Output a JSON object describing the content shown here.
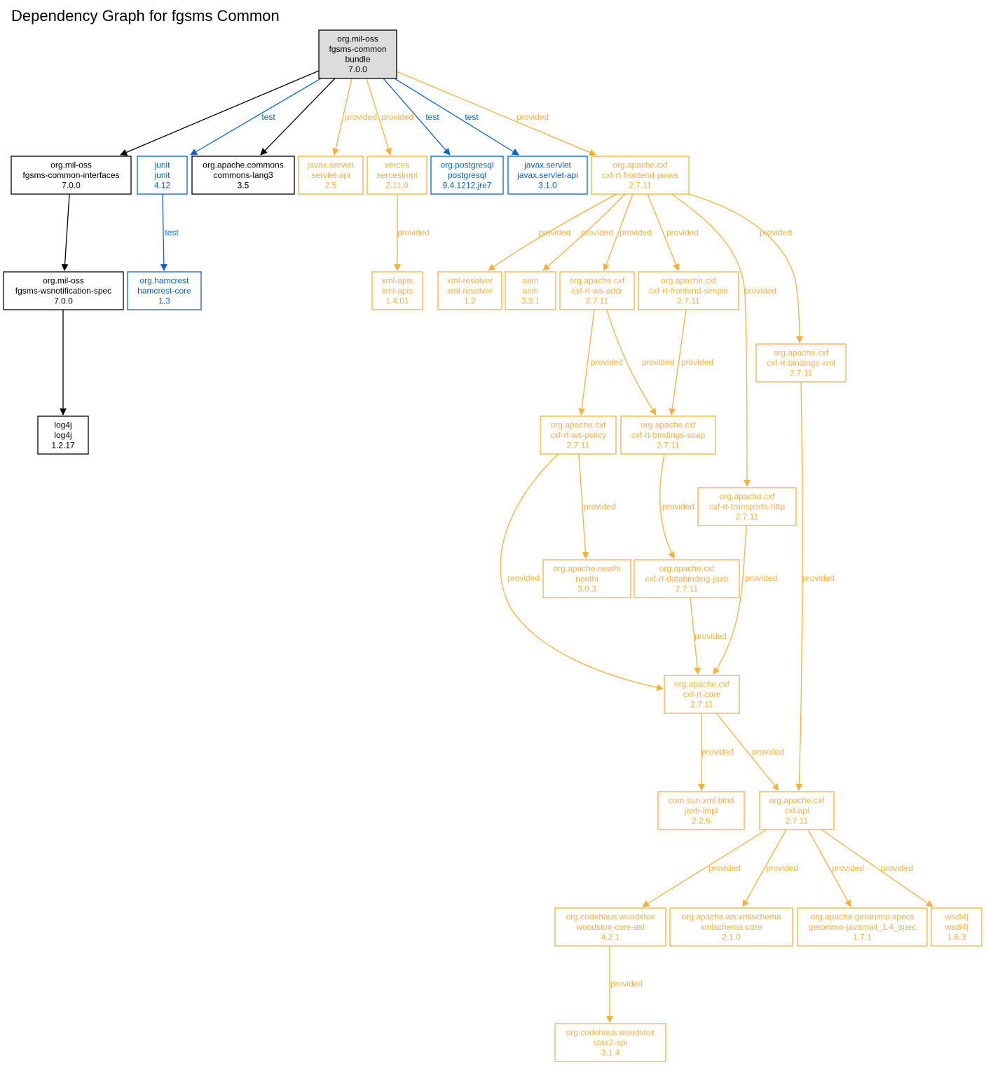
{
  "title": "Dependency Graph for fgsms Common",
  "colors": {
    "compile": "#000000",
    "test": "#0a62c4",
    "provided": "#f5b041",
    "root_fill": "#dcdcdc"
  },
  "nodes": [
    {
      "id": "root",
      "scope": "compile",
      "root": true,
      "lines": [
        "org.mil-oss",
        "fgsms-common",
        "bundle",
        "7.0.0"
      ]
    },
    {
      "id": "interfaces",
      "scope": "compile",
      "lines": [
        "org.mil-oss",
        "fgsms-common-interfaces",
        "7.0.0"
      ]
    },
    {
      "id": "junit",
      "scope": "test",
      "lines": [
        "junit",
        "junit",
        "4.12"
      ]
    },
    {
      "id": "lang3",
      "scope": "compile",
      "lines": [
        "org.apache.commons",
        "commons-lang3",
        "3.5"
      ]
    },
    {
      "id": "servletapi25",
      "scope": "provided",
      "lines": [
        "javax.servlet",
        "servlet-api",
        "2.5"
      ]
    },
    {
      "id": "xerces",
      "scope": "provided",
      "lines": [
        "xerces",
        "xercesImpl",
        "2.11.0"
      ]
    },
    {
      "id": "postgres",
      "scope": "test",
      "lines": [
        "org.postgresql",
        "postgresql",
        "9.4.1212.jre7"
      ]
    },
    {
      "id": "servlet31",
      "scope": "test",
      "lines": [
        "javax.servlet",
        "javax.servlet-api",
        "3.1.0"
      ]
    },
    {
      "id": "jaxws",
      "scope": "provided",
      "lines": [
        "org.apache.cxf",
        "cxf-rt-frontend-jaxws",
        "2.7.11"
      ]
    },
    {
      "id": "wsnspec",
      "scope": "compile",
      "lines": [
        "org.mil-oss",
        "fgsms-wsnotification-spec",
        "7.0.0"
      ]
    },
    {
      "id": "hamcrest",
      "scope": "test",
      "lines": [
        "org.hamcrest",
        "hamcrest-core",
        "1.3"
      ]
    },
    {
      "id": "xmlapis",
      "scope": "provided",
      "lines": [
        "xml-apis",
        "xml-apis",
        "1.4.01"
      ]
    },
    {
      "id": "xmlresolver",
      "scope": "provided",
      "lines": [
        "xml-resolver",
        "xml-resolver",
        "1.2"
      ]
    },
    {
      "id": "asm",
      "scope": "provided",
      "lines": [
        "asm",
        "asm",
        "3.3.1"
      ]
    },
    {
      "id": "wsaddr",
      "scope": "provided",
      "lines": [
        "org.apache.cxf",
        "cxf-rt-ws-addr",
        "2.7.11"
      ]
    },
    {
      "id": "simple",
      "scope": "provided",
      "lines": [
        "org.apache.cxf",
        "cxf-rt-frontend-simple",
        "2.7.11"
      ]
    },
    {
      "id": "bindxml",
      "scope": "provided",
      "lines": [
        "org.apache.cxf",
        "cxf-rt-bindings-xml",
        "2.7.11"
      ]
    },
    {
      "id": "log4j",
      "scope": "compile",
      "lines": [
        "log4j",
        "log4j",
        "1.2.17"
      ]
    },
    {
      "id": "wspolicy",
      "scope": "provided",
      "lines": [
        "org.apache.cxf",
        "cxf-rt-ws-policy",
        "2.7.11"
      ]
    },
    {
      "id": "soap",
      "scope": "provided",
      "lines": [
        "org.apache.cxf",
        "cxf-rt-bindings-soap",
        "2.7.11"
      ]
    },
    {
      "id": "http",
      "scope": "provided",
      "lines": [
        "org.apache.cxf",
        "cxf-rt-transports-http",
        "2.7.11"
      ]
    },
    {
      "id": "neethi",
      "scope": "provided",
      "lines": [
        "org.apache.neethi",
        "neethi",
        "3.0.3"
      ]
    },
    {
      "id": "jaxb",
      "scope": "provided",
      "lines": [
        "org.apache.cxf",
        "cxf-rt-databinding-jaxb",
        "2.7.11"
      ]
    },
    {
      "id": "core",
      "scope": "provided",
      "lines": [
        "org.apache.cxf",
        "cxf-rt-core",
        "2.7.11"
      ]
    },
    {
      "id": "jaxbimpl",
      "scope": "provided",
      "lines": [
        "com.sun.xml.bind",
        "jaxb-impl",
        "2.2.6"
      ]
    },
    {
      "id": "api",
      "scope": "provided",
      "lines": [
        "org.apache.cxf",
        "cxf-api",
        "2.7.11"
      ]
    },
    {
      "id": "woodstox",
      "scope": "provided",
      "lines": [
        "org.codehaus.woodstox",
        "woodstox-core-asl",
        "4.2.1"
      ]
    },
    {
      "id": "xmlschema",
      "scope": "provided",
      "lines": [
        "org.apache.ws.xmlschema",
        "xmlschema-core",
        "2.1.0"
      ]
    },
    {
      "id": "javamail",
      "scope": "provided",
      "lines": [
        "org.apache.geronimo.specs",
        "geronimo-javamail_1.4_spec",
        "1.7.1"
      ]
    },
    {
      "id": "wsdl4j",
      "scope": "provided",
      "lines": [
        "wsdl4j",
        "wsdl4j",
        "1.6.3"
      ]
    },
    {
      "id": "stax2",
      "scope": "provided",
      "lines": [
        "org.codehaus.woodstox",
        "stax2-api",
        "3.1.4"
      ]
    }
  ],
  "edges": [
    {
      "id": "e-root-interfaces",
      "scope": "compile",
      "label": ""
    },
    {
      "id": "e-root-junit",
      "scope": "test",
      "label": "test"
    },
    {
      "id": "e-root-lang3",
      "scope": "compile",
      "label": ""
    },
    {
      "id": "e-root-servletapi25",
      "scope": "provided",
      "label": "provided"
    },
    {
      "id": "e-root-xerces",
      "scope": "provided",
      "label": "provided"
    },
    {
      "id": "e-root-postgres",
      "scope": "test",
      "label": "test"
    },
    {
      "id": "e-root-servlet31",
      "scope": "test",
      "label": "test"
    },
    {
      "id": "e-root-jaxws",
      "scope": "provided",
      "label": "provided"
    },
    {
      "id": "e-interfaces-wsnspec",
      "scope": "compile",
      "label": ""
    },
    {
      "id": "e-wsnspec-log4j",
      "scope": "compile",
      "label": ""
    },
    {
      "id": "e-junit-hamcrest",
      "scope": "test",
      "label": "test"
    },
    {
      "id": "e-xerces-xmlapis",
      "scope": "provided",
      "label": "provided"
    },
    {
      "id": "e-jaxws-xmlresolver",
      "scope": "provided",
      "label": "provided"
    },
    {
      "id": "e-jaxws-asm",
      "scope": "provided",
      "label": "provided"
    },
    {
      "id": "e-jaxws-wsaddr",
      "scope": "provided",
      "label": "provided"
    },
    {
      "id": "e-jaxws-simple",
      "scope": "provided",
      "label": "provided"
    },
    {
      "id": "e-jaxws-http",
      "scope": "provided",
      "label": "provided"
    },
    {
      "id": "e-jaxws-bindxml",
      "scope": "provided",
      "label": "provided"
    },
    {
      "id": "e-wsaddr-wspolicy",
      "scope": "provided",
      "label": "provided"
    },
    {
      "id": "e-wsaddr-soap",
      "scope": "provided",
      "label": "provided"
    },
    {
      "id": "e-simple-soap",
      "scope": "provided",
      "label": "provided"
    },
    {
      "id": "e-wspolicy-neethi",
      "scope": "provided",
      "label": "provided"
    },
    {
      "id": "e-wspolicy-core",
      "scope": "provided",
      "label": "provided"
    },
    {
      "id": "e-soap-jaxb",
      "scope": "provided",
      "label": "provided"
    },
    {
      "id": "e-http-core",
      "scope": "provided",
      "label": "provided"
    },
    {
      "id": "e-jaxb-core",
      "scope": "provided",
      "label": "provided"
    },
    {
      "id": "e-bindxml-api",
      "scope": "provided",
      "label": "provided"
    },
    {
      "id": "e-core-jaxbimpl",
      "scope": "provided",
      "label": "provided"
    },
    {
      "id": "e-core-api",
      "scope": "provided",
      "label": "provided"
    },
    {
      "id": "e-api-woodstox",
      "scope": "provided",
      "label": "provided"
    },
    {
      "id": "e-api-xmlschema",
      "scope": "provided",
      "label": "provided"
    },
    {
      "id": "e-api-javamail",
      "scope": "provided",
      "label": "provided"
    },
    {
      "id": "e-api-wsdl4j",
      "scope": "provided",
      "label": "provided"
    },
    {
      "id": "e-woodstox-stax2",
      "scope": "provided",
      "label": "provided"
    }
  ]
}
